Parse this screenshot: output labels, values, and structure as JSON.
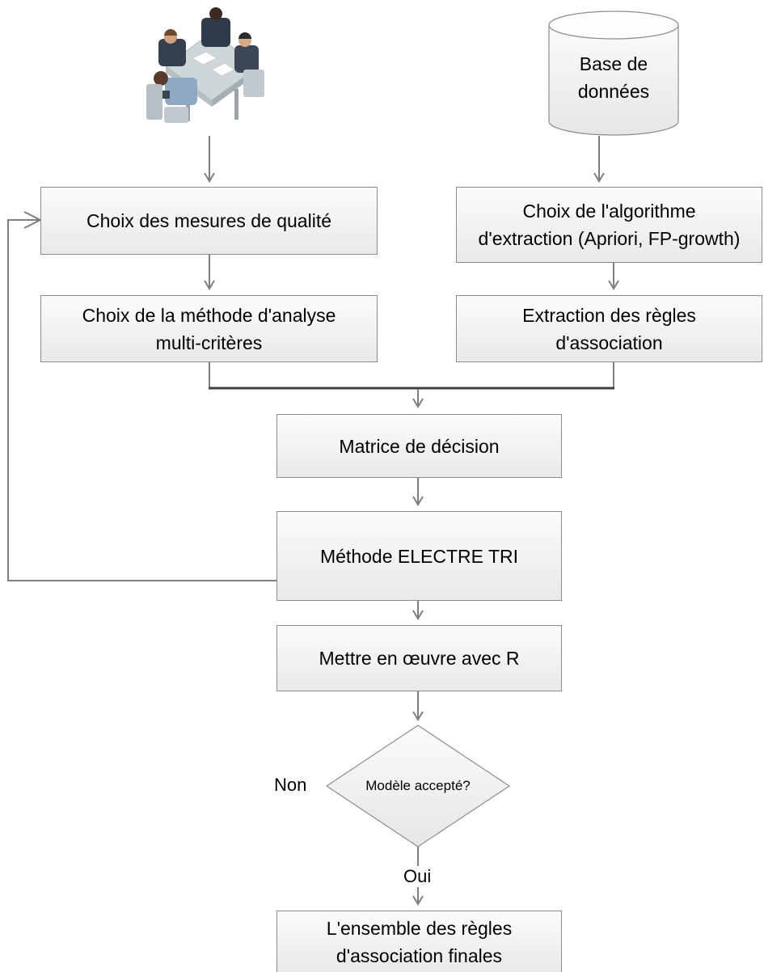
{
  "database": {
    "line1": "Base de",
    "line2": "données"
  },
  "steps": {
    "quality_measures": "Choix des mesures de qualité",
    "algorithm_choice_line1": "Choix de l'algorithme",
    "algorithm_choice_line2": "d'extraction (Apriori, FP-growth)",
    "mcda_method_line1": "Choix de la méthode d'analyse",
    "mcda_method_line2": "multi-critères",
    "rule_extraction_line1": "Extraction des règles",
    "rule_extraction_line2": "d'association",
    "decision_matrix": "Matrice de décision",
    "electre_tri": "Méthode ELECTRE TRI",
    "implement_r": "Mettre en œuvre avec R",
    "final_rules_line1": "L'ensemble des règles",
    "final_rules_line2": "d'association finales"
  },
  "decision": {
    "question": "Modèle accepté?",
    "no_label": "Non",
    "yes_label": "Oui"
  },
  "colors": {
    "box_fill_top": "#fbfbfb",
    "box_fill_bottom": "#e9e9e9",
    "box_border": "#8c8c8c",
    "arrow": "#7f7f7f",
    "merge_line": "#404040"
  },
  "icons": {
    "expert_meeting": "people-around-table-icon"
  }
}
